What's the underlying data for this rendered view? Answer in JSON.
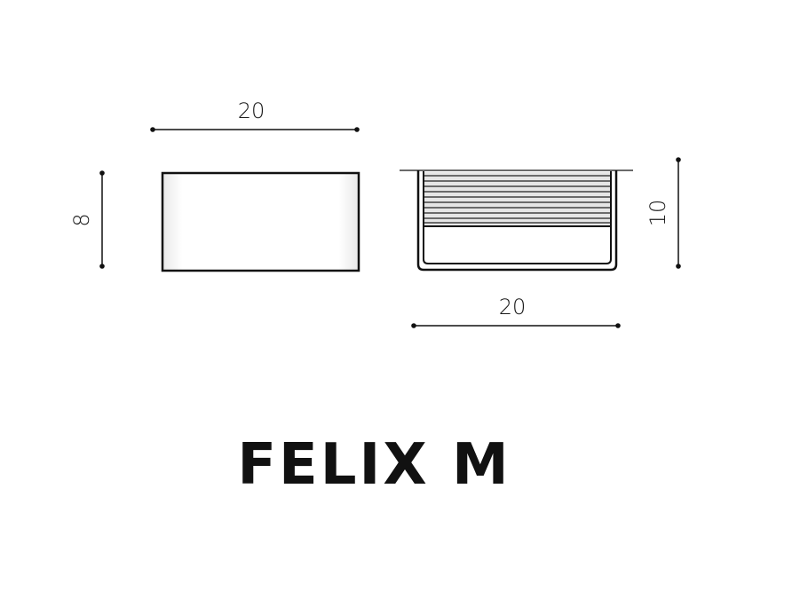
{
  "product": {
    "name": "FELIX M"
  },
  "front_view": {
    "width_label": "20",
    "height_label": "8"
  },
  "side_view": {
    "width_label": "20",
    "height_label": "10"
  },
  "colors": {
    "line": "#111111",
    "fill_light": "#e6e6e6",
    "background": "#ffffff"
  }
}
